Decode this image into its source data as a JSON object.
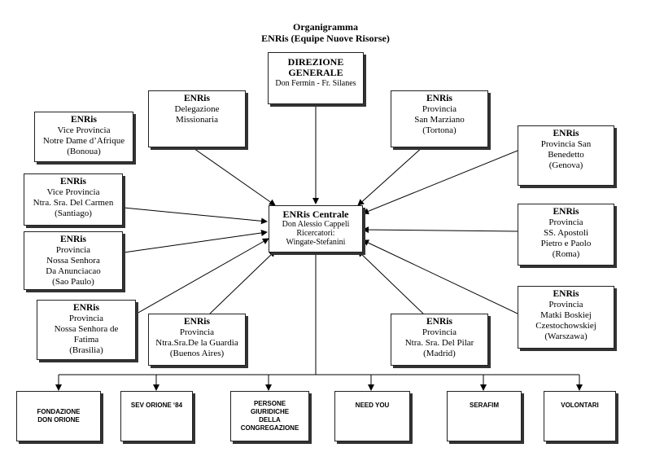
{
  "title": {
    "line1": "Organigramma",
    "line2": "ENRis (Equipe Nuove Risorse)"
  },
  "direzione": {
    "title_line1": "DIREZIONE",
    "title_line2": "GENERALE",
    "subtitle": "Don Fermin - Fr. Silanes"
  },
  "centrale": {
    "title": "ENRis Centrale",
    "line1": "Don Alessio Cappeli",
    "line2": "Ricercatori:",
    "line3": "Wingate-Stefanini"
  },
  "units": [
    {
      "title": "ENRis",
      "lines": [
        "Vice Provincia",
        "Notre Dame d’Afrique",
        "(Bonoua)"
      ]
    },
    {
      "title": "ENRis",
      "lines": [
        "Delegazione",
        "Missionaria"
      ]
    },
    {
      "title": "ENRis",
      "lines": [
        "Provincia",
        "San Marziano",
        "(Tortona)"
      ]
    },
    {
      "title": "ENRis",
      "lines": [
        "Provincia San",
        "Benedetto",
        "(Genova)"
      ]
    },
    {
      "title": "ENRis",
      "lines": [
        "Vice Provincia",
        "Ntra. Sra. Del Carmen",
        "(Santiago)"
      ]
    },
    {
      "title": "ENRis",
      "lines": [
        "Provincia",
        "SS. Apostoli",
        "Pietro e Paolo",
        "(Roma)"
      ]
    },
    {
      "title": "ENRis",
      "lines": [
        "Provincia",
        "Nossa Senhora",
        "Da Anunciacao",
        "(Sao Paulo)"
      ]
    },
    {
      "title": "ENRis",
      "lines": [
        "Provincia",
        "Matki Boskiej",
        "Czestochowskiej",
        "(Warszawa)"
      ]
    },
    {
      "title": "ENRis",
      "lines": [
        "Provincia",
        "Nossa Senhora de",
        "Fatima",
        "(Brasilia)"
      ]
    },
    {
      "title": "ENRis",
      "lines": [
        "Provincia",
        "Ntra.Sra.De la Guardia",
        "(Buenos Aires)"
      ]
    },
    {
      "title": "ENRis",
      "lines": [
        "Provincia",
        "Ntra. Sra. Del Pilar",
        "(Madrid)"
      ]
    }
  ],
  "bottom": [
    {
      "lines": [
        "FONDAZIONE",
        "DON ORIONE"
      ]
    },
    {
      "lines": [
        "SEV ORIONE ‘84"
      ]
    },
    {
      "lines": [
        "PERSONE",
        "GIURIDICHE",
        "DELLA",
        "CONGREGAZIONE"
      ]
    },
    {
      "lines": [
        "NEED YOU"
      ]
    },
    {
      "lines": [
        "SERAFIM"
      ]
    },
    {
      "lines": [
        "VOLONTARI"
      ]
    }
  ]
}
